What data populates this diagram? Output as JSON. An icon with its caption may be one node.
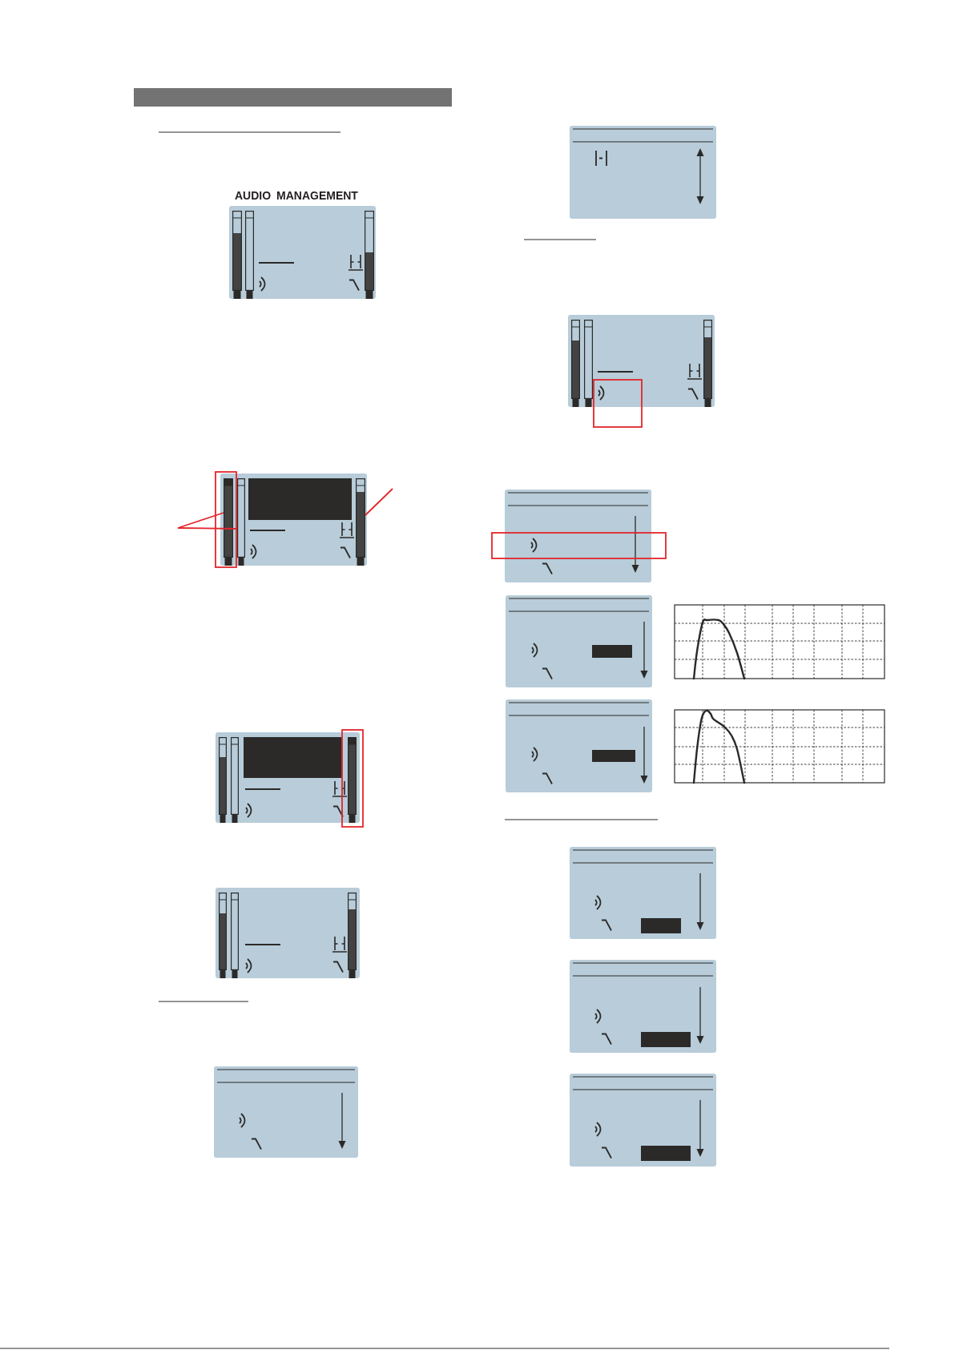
{
  "diagram": {
    "nodes": [
      {
        "text": [],
        "shape": "bar"
      },
      {
        "text": [],
        "shape": "bar"
      },
      {
        "text": [],
        "shape": "bar"
      }
    ],
    "edges": [
      {
        "from": null,
        "to": 0,
        "arrow": "none"
      },
      {
        "from": null,
        "to": 1,
        "arrow": "none"
      },
      {
        "from": null,
        "to": 2,
        "arrow": "none"
      }
    ],
    "labels": [
      "AUDIO MANAGEMENT"
    ]
  }
}
